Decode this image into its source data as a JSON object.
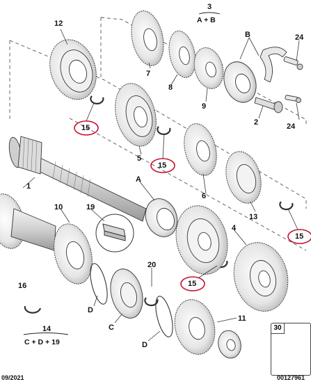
{
  "part_labels": {
    "p1": "1",
    "p2": "2",
    "p4": "4",
    "p5": "5",
    "p6": "6",
    "p7": "7",
    "p8": "8",
    "p9": "9",
    "p10": "10",
    "p11": "11",
    "p12": "12",
    "p13": "13",
    "p16": "16",
    "p19": "19",
    "p20": "20",
    "p24a": "24",
    "p24b": "24",
    "pA": "A",
    "pB": "B",
    "pC": "C",
    "pD1": "D",
    "pD2": "D"
  },
  "circled_labels": {
    "c1": "15",
    "c2": "15",
    "c3": "15",
    "c4": "15"
  },
  "group_3": {
    "number": "3",
    "expression": "A + B"
  },
  "group_14": {
    "number": "14",
    "expression": "C + D + 19"
  },
  "inset": {
    "number": "30"
  },
  "footer": {
    "date": "09/2021",
    "reference": "00127961"
  },
  "colors": {
    "callout_circle": "#c8102e",
    "line": "#222222",
    "leader_dash": "#555555"
  }
}
